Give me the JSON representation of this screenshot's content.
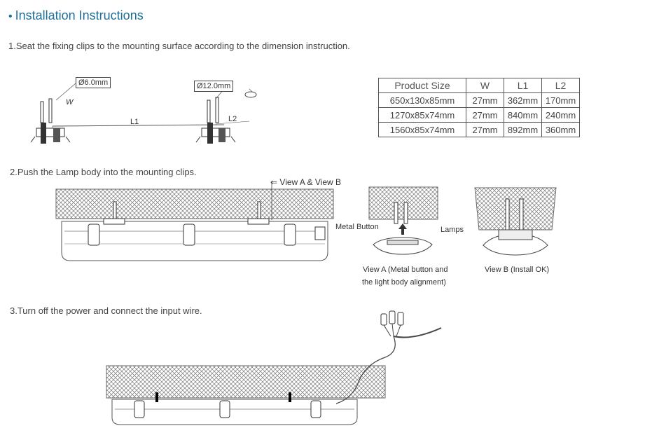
{
  "heading": "Installation Instructions",
  "steps": {
    "step1": "1.Seat the fixing clips to the mounting surface according to the dimension instruction.",
    "step2": "2.Push the Lamp body into the mounting clips.",
    "step3": "3.Turn off the power and connect the input wire."
  },
  "diagram1": {
    "hole_small": "Ø6.0mm",
    "hole_large": "Ø12.0mm",
    "w_label": "W",
    "l1_label": "L1",
    "l2_label": "L2"
  },
  "spec_table": {
    "headers": [
      "Product Size",
      "W",
      "L1",
      "L2"
    ],
    "rows": [
      [
        "650x130x85mm",
        "27mm",
        "362mm",
        "170mm"
      ],
      [
        "1270x85x74mm",
        "27mm",
        "840mm",
        "240mm"
      ],
      [
        "1560x85x74mm",
        "27mm",
        "892mm",
        "360mm"
      ]
    ]
  },
  "diagram2": {
    "view_pointer": "View A & View B",
    "metal_button": "Metal Button",
    "lamps": "Lamps",
    "view_a_line1": "View A (Metal button and",
    "view_a_line2": "the light body alignment)",
    "view_b": "View B (Install OK)"
  }
}
